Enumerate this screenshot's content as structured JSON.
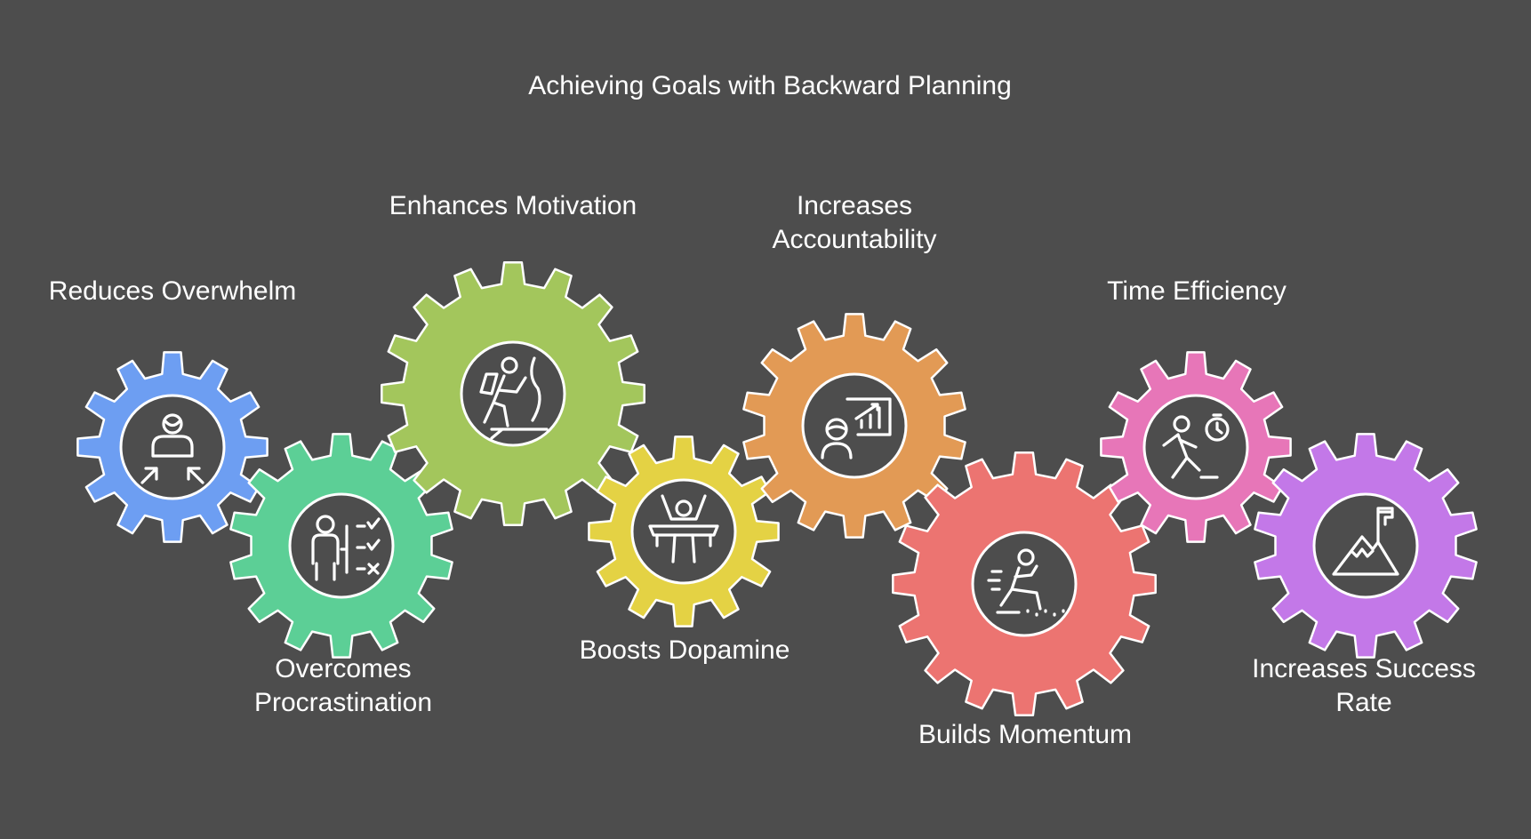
{
  "title": "Achieving Goals with Backward Planning",
  "gears": [
    {
      "label_lines": [
        "Reduces Overwhelm"
      ],
      "color": "#6d9ef2",
      "icon": "person-arrows-icon"
    },
    {
      "label_lines": [
        "Overcomes",
        "Procrastination"
      ],
      "color": "#5ccf96",
      "icon": "person-checklist-icon"
    },
    {
      "label_lines": [
        "Enhances Motivation"
      ],
      "color": "#a3c65c",
      "icon": "climber-icon"
    },
    {
      "label_lines": [
        "Boosts Dopamine"
      ],
      "color": "#e4d244",
      "icon": "finish-line-icon"
    },
    {
      "label_lines": [
        "Increases",
        "Accountability"
      ],
      "color": "#e29a55",
      "icon": "presenter-chart-icon"
    },
    {
      "label_lines": [
        "Builds Momentum"
      ],
      "color": "#ec7471",
      "icon": "long-jump-icon"
    },
    {
      "label_lines": [
        "Time Efficiency"
      ],
      "color": "#e776b8",
      "icon": "runner-stopwatch-icon"
    },
    {
      "label_lines": [
        "Increases Success",
        "Rate"
      ],
      "color": "#c378e8",
      "icon": "mountain-flag-icon"
    }
  ]
}
